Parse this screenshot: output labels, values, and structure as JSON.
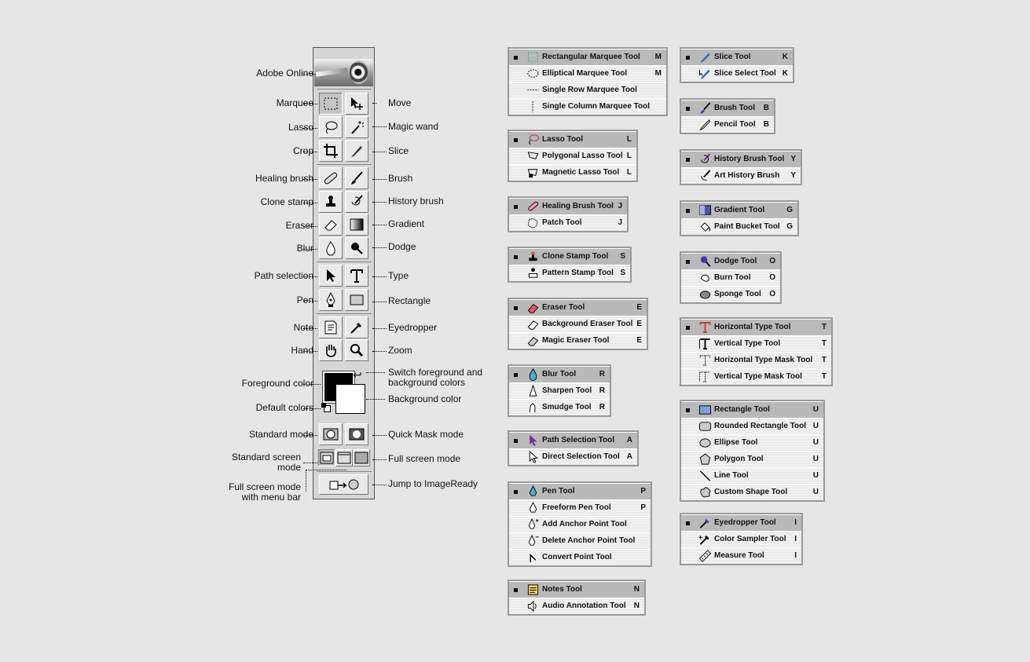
{
  "toolbox": {
    "left_labels": [
      "Adobe Online",
      "Marquee",
      "Lasso",
      "Crop",
      "Healing brush",
      "Clone stamp",
      "Eraser",
      "Blur",
      "Path selection",
      "Pen",
      "Note",
      "Hand",
      "Foreground color",
      "Default colors",
      "Standard mode"
    ],
    "multiline_left": [
      {
        "l1": "Standard screen",
        "l2": "mode"
      },
      {
        "l1": "Full screen mode",
        "l2": "with menu bar"
      }
    ],
    "right_labels": [
      "Move",
      "Magic wand",
      "Slice",
      "Brush",
      "History brush",
      "Gradient",
      "Dodge",
      "Type",
      "Rectangle",
      "Eyedropper",
      "Zoom",
      "Background color",
      "Quick Mask mode",
      "Full screen mode",
      "Jump to ImageReady"
    ],
    "switch_label": {
      "l1": "Switch foreground and",
      "l2": "background colors"
    },
    "colors": {
      "foreground": "#000000",
      "background": "#ffffff"
    }
  },
  "panels": [
    {
      "id": "marquee",
      "rows": [
        {
          "name": "Rectangular Marquee Tool",
          "key": "M",
          "icon": "rect-marquee-icon"
        },
        {
          "name": "Elliptical Marquee Tool",
          "key": "M",
          "icon": "ellipse-marquee-icon"
        },
        {
          "name": "Single Row Marquee Tool",
          "key": "",
          "icon": "row-marquee-icon"
        },
        {
          "name": "Single Column Marquee Tool",
          "key": "",
          "icon": "column-marquee-icon"
        }
      ]
    },
    {
      "id": "lasso",
      "rows": [
        {
          "name": "Lasso Tool",
          "key": "L",
          "icon": "lasso-icon"
        },
        {
          "name": "Polygonal Lasso Tool",
          "key": "L",
          "icon": "polygonal-lasso-icon"
        },
        {
          "name": "Magnetic Lasso Tool",
          "key": "L",
          "icon": "magnetic-lasso-icon"
        }
      ]
    },
    {
      "id": "healing",
      "rows": [
        {
          "name": "Healing Brush Tool",
          "key": "J",
          "icon": "bandage-icon"
        },
        {
          "name": "Patch Tool",
          "key": "J",
          "icon": "patch-icon"
        }
      ]
    },
    {
      "id": "clone",
      "rows": [
        {
          "name": "Clone Stamp Tool",
          "key": "S",
          "icon": "clone-stamp-icon"
        },
        {
          "name": "Pattern Stamp Tool",
          "key": "S",
          "icon": "pattern-stamp-icon"
        }
      ]
    },
    {
      "id": "eraser",
      "rows": [
        {
          "name": "Eraser Tool",
          "key": "E",
          "icon": "eraser-icon"
        },
        {
          "name": "Background Eraser Tool",
          "key": "E",
          "icon": "background-eraser-icon"
        },
        {
          "name": "Magic Eraser Tool",
          "key": "E",
          "icon": "magic-eraser-icon"
        }
      ]
    },
    {
      "id": "blur",
      "rows": [
        {
          "name": "Blur Tool",
          "key": "R",
          "icon": "drop-icon"
        },
        {
          "name": "Sharpen Tool",
          "key": "R",
          "icon": "sharpen-icon"
        },
        {
          "name": "Smudge Tool",
          "key": "R",
          "icon": "smudge-icon"
        }
      ]
    },
    {
      "id": "pathsel",
      "rows": [
        {
          "name": "Path Selection Tool",
          "key": "A",
          "icon": "path-selection-icon"
        },
        {
          "name": "Direct Selection Tool",
          "key": "A",
          "icon": "direct-selection-icon"
        }
      ]
    },
    {
      "id": "pen",
      "rows": [
        {
          "name": "Pen Tool",
          "key": "P",
          "icon": "pen-icon"
        },
        {
          "name": "Freeform Pen Tool",
          "key": "P",
          "icon": "freeform-pen-icon"
        },
        {
          "name": "Add Anchor Point Tool",
          "key": "",
          "icon": "add-anchor-icon"
        },
        {
          "name": "Delete Anchor Point Tool",
          "key": "",
          "icon": "delete-anchor-icon"
        },
        {
          "name": "Convert Point Tool",
          "key": "",
          "icon": "convert-point-icon"
        }
      ]
    },
    {
      "id": "notes",
      "rows": [
        {
          "name": "Notes Tool",
          "key": "N",
          "icon": "note-icon"
        },
        {
          "name": "Audio Annotation Tool",
          "key": "N",
          "icon": "speaker-icon"
        }
      ]
    },
    {
      "id": "slice",
      "rows": [
        {
          "name": "Slice Tool",
          "key": "K",
          "icon": "slice-icon"
        },
        {
          "name": "Slice Select Tool",
          "key": "K",
          "icon": "slice-select-icon"
        }
      ]
    },
    {
      "id": "brush",
      "rows": [
        {
          "name": "Brush Tool",
          "key": "B",
          "icon": "brush-icon"
        },
        {
          "name": "Pencil Tool",
          "key": "B",
          "icon": "pencil-icon"
        }
      ]
    },
    {
      "id": "history",
      "rows": [
        {
          "name": "History Brush Tool",
          "key": "Y",
          "icon": "history-brush-icon"
        },
        {
          "name": "Art History Brush",
          "key": "Y",
          "icon": "art-history-brush-icon"
        }
      ]
    },
    {
      "id": "gradient",
      "rows": [
        {
          "name": "Gradient Tool",
          "key": "G",
          "icon": "gradient-icon"
        },
        {
          "name": "Paint Bucket Tool",
          "key": "G",
          "icon": "paint-bucket-icon"
        }
      ]
    },
    {
      "id": "dodge",
      "rows": [
        {
          "name": "Dodge Tool",
          "key": "O",
          "icon": "dodge-icon"
        },
        {
          "name": "Burn Tool",
          "key": "O",
          "icon": "burn-icon"
        },
        {
          "name": "Sponge Tool",
          "key": "O",
          "icon": "sponge-icon"
        }
      ]
    },
    {
      "id": "type",
      "rows": [
        {
          "name": "Horizontal Type Tool",
          "key": "T",
          "icon": "type-icon"
        },
        {
          "name": "Vertical Type Tool",
          "key": "T",
          "icon": "vertical-type-icon"
        },
        {
          "name": "Horizontal Type Mask Tool",
          "key": "T",
          "icon": "type-mask-icon"
        },
        {
          "name": "Vertical Type Mask Tool",
          "key": "T",
          "icon": "vertical-type-mask-icon"
        }
      ]
    },
    {
      "id": "shape",
      "rows": [
        {
          "name": "Rectangle Tool",
          "key": "U",
          "icon": "rectangle-icon"
        },
        {
          "name": "Rounded Rectangle Tool",
          "key": "U",
          "icon": "rounded-rectangle-icon"
        },
        {
          "name": "Ellipse Tool",
          "key": "U",
          "icon": "ellipse-icon"
        },
        {
          "name": "Polygon Tool",
          "key": "U",
          "icon": "polygon-icon"
        },
        {
          "name": "Line Tool",
          "key": "U",
          "icon": "line-icon"
        },
        {
          "name": "Custom Shape Tool",
          "key": "U",
          "icon": "custom-shape-icon"
        }
      ]
    },
    {
      "id": "eyedropper",
      "rows": [
        {
          "name": "Eyedropper Tool",
          "key": "I",
          "icon": "eyedropper-icon"
        },
        {
          "name": "Color Sampler Tool",
          "key": "I",
          "icon": "color-sampler-icon"
        },
        {
          "name": "Measure Tool",
          "key": "I",
          "icon": "ruler-icon"
        }
      ]
    }
  ]
}
